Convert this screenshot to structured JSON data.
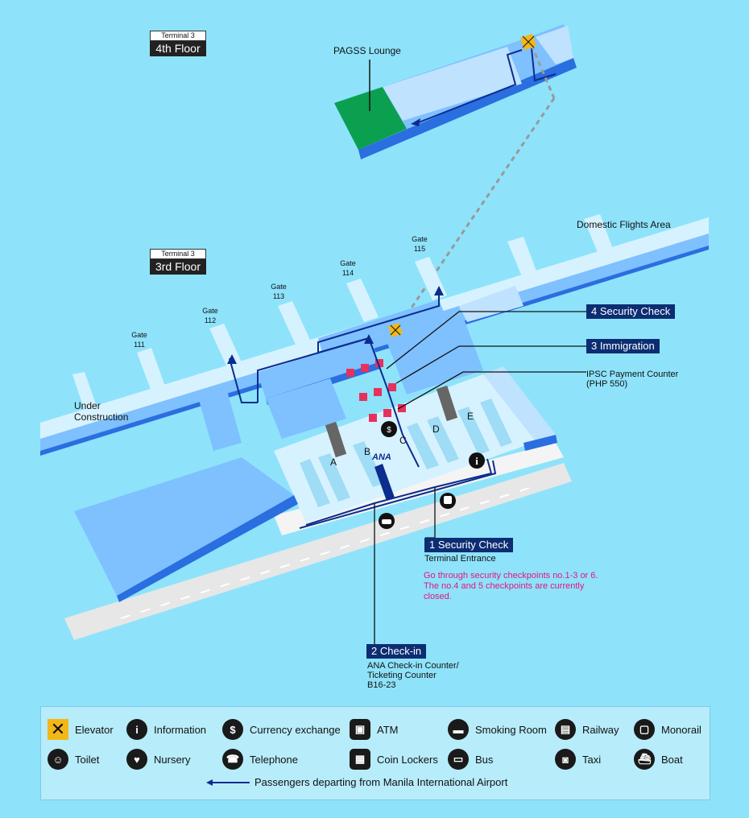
{
  "floors": {
    "top": {
      "terminal": "Terminal 3",
      "floor": "4th Floor"
    },
    "mid": {
      "terminal": "Terminal 3",
      "floor": "3rd Floor"
    }
  },
  "labels": {
    "lounge": "PAGSS Lounge",
    "domestic": "Domestic Flights Area",
    "under_construction_1": "Under",
    "under_construction_2": "Construction"
  },
  "gates": [
    {
      "label": "Gate",
      "num": "111"
    },
    {
      "label": "Gate",
      "num": "112"
    },
    {
      "label": "Gate",
      "num": "113"
    },
    {
      "label": "Gate",
      "num": "114"
    },
    {
      "label": "Gate",
      "num": "115"
    }
  ],
  "zones": [
    "A",
    "B",
    "C",
    "D",
    "E"
  ],
  "airline_logo": "ANA",
  "steps": {
    "s4": "4 Security Check",
    "s3": "3 Immigration",
    "ipsc_1": "IPSC Payment Counter",
    "ipsc_2": "(PHP 550)",
    "s1": "1  Security Check",
    "s1_sub": "Terminal Entrance",
    "note_1": "Go through security checkpoints no.1-3 or 6.",
    "note_2": "The no.4 and 5 checkpoints are currently",
    "note_3": "closed.",
    "s2": "2 Check-in",
    "s2_sub_1": "ANA Check-in Counter/",
    "s2_sub_2": "Ticketing Counter",
    "s2_sub_3": "B16-23"
  },
  "legend": {
    "items": [
      {
        "icon": "elevator-icon",
        "label": "Elevator"
      },
      {
        "icon": "information-icon",
        "label": "Information"
      },
      {
        "icon": "currency-exchange-icon",
        "label": "Currency exchange"
      },
      {
        "icon": "atm-icon",
        "label": "ATM"
      },
      {
        "icon": "smoking-room-icon",
        "label": "Smoking Room"
      },
      {
        "icon": "railway-icon",
        "label": "Railway"
      },
      {
        "icon": "monorail-icon",
        "label": "Monorail"
      },
      {
        "icon": "toilet-icon",
        "label": "Toilet"
      },
      {
        "icon": "nursery-icon",
        "label": "Nursery"
      },
      {
        "icon": "telephone-icon",
        "label": "Telephone"
      },
      {
        "icon": "coin-lockers-icon",
        "label": "Coin Lockers"
      },
      {
        "icon": "bus-icon",
        "label": "Bus"
      },
      {
        "icon": "taxi-icon",
        "label": "Taxi"
      },
      {
        "icon": "boat-icon",
        "label": "Boat"
      }
    ],
    "route": "Passengers departing from Manila International Airport"
  },
  "colors": {
    "background": "#8ee3fb",
    "building": "#7fc0ff",
    "building_dark": "#2a6ee0",
    "lounge": "#0aa050",
    "route": "#0b2d8e",
    "checkpoint": "#e8305c",
    "elevator": "#f2b817",
    "note": "#e3157f"
  }
}
